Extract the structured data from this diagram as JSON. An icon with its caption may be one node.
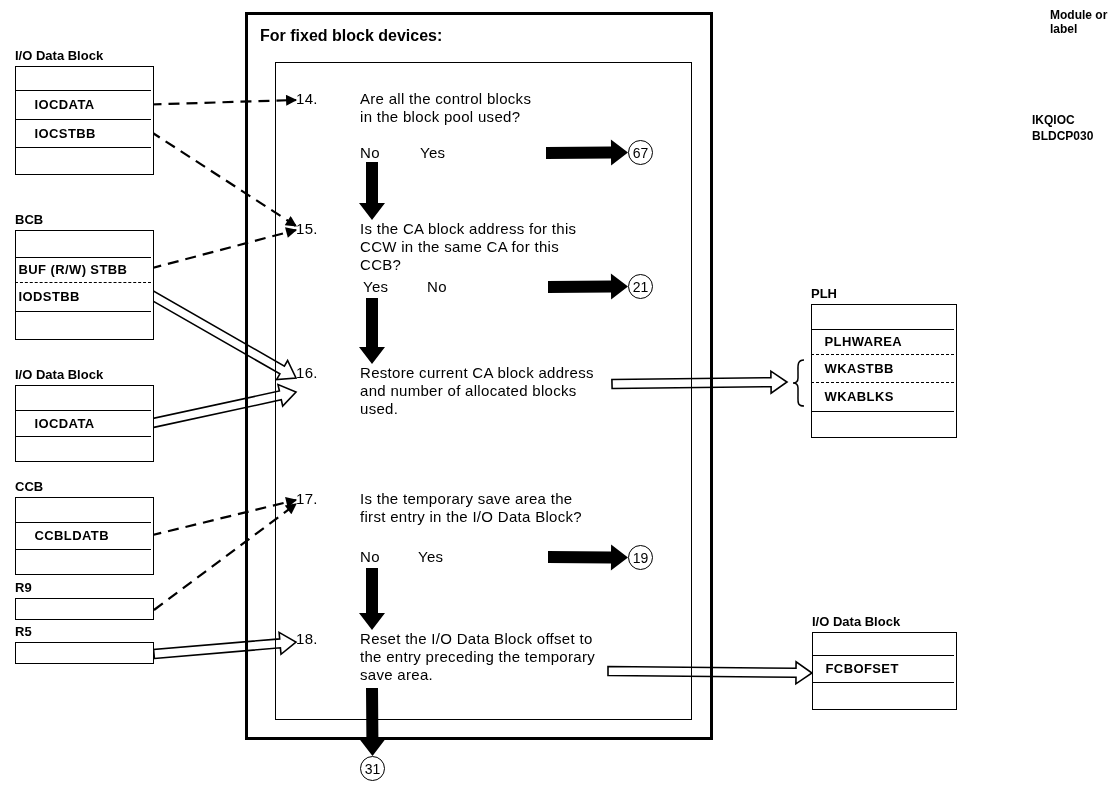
{
  "diagram": {
    "nodes": [
      {
        "text": [
          "For fixed block devices:"
        ]
      },
      {
        "text": [
          "14.",
          "Are all the control blocks in the block pool used?",
          "No",
          "Yes"
        ],
        "in": 0
      },
      {
        "text": [
          "67"
        ],
        "in": 0
      },
      {
        "text": [
          "15.",
          "Is the CA block address for this CCW in the same CA for this CCB?",
          "Yes",
          "No"
        ],
        "in": 0
      },
      {
        "text": [
          "21"
        ],
        "in": 0
      },
      {
        "text": [
          "16.",
          "Restore current CA block address and number of allocated blocks used."
        ],
        "in": 0
      },
      {
        "text": [
          "17.",
          "Is the temporary save area the first entry in the I/O Data Block?",
          "No",
          "Yes"
        ],
        "in": 0
      },
      {
        "text": [
          "19"
        ],
        "in": 0
      },
      {
        "text": [
          "18.",
          "Reset the I/O Data Block offset to the entry preceding the temporary save area."
        ],
        "in": 0
      },
      {
        "text": [
          "31"
        ]
      },
      {
        "text": [
          "I/O Data Block"
        ]
      },
      {
        "text": [
          "IOCDATA"
        ],
        "in": 10
      },
      {
        "text": [
          "IOCSTBB"
        ],
        "in": 10
      },
      {
        "text": [
          "BCB"
        ]
      },
      {
        "text": [
          "BUF (R/W) STBB"
        ],
        "in": 13
      },
      {
        "text": [
          "IODSTBB"
        ],
        "in": 13
      },
      {
        "text": [
          "I/O Data Block"
        ]
      },
      {
        "text": [
          "IOCDATA"
        ],
        "in": 16
      },
      {
        "text": [
          "CCB"
        ]
      },
      {
        "text": [
          "CCBLDATB"
        ],
        "in": 18
      },
      {
        "text": [
          "R9"
        ]
      },
      {
        "text": [
          "R5"
        ]
      },
      {
        "text": [
          "PLH"
        ]
      },
      {
        "text": [
          "PLHWAREA"
        ],
        "in": 22
      },
      {
        "text": [
          "WKASTBB"
        ],
        "in": 22
      },
      {
        "text": [
          "WKABLKS"
        ],
        "in": 22
      },
      {
        "text": [
          "I/O Data Block"
        ]
      },
      {
        "text": [
          "FCBOFSET"
        ],
        "in": 26
      }
    ],
    "edges": [
      {
        "from": 11,
        "to": 1,
        "arrow": "to",
        "style": "dashed"
      },
      {
        "from": 12,
        "to": 3,
        "arrow": "to",
        "style": "dashed"
      },
      {
        "from": 14,
        "to": 3,
        "arrow": "to",
        "style": "dashed"
      },
      {
        "from": 15,
        "to": 5,
        "arrow": "to"
      },
      {
        "from": 17,
        "to": 5,
        "arrow": "to"
      },
      {
        "from": 19,
        "to": 6,
        "arrow": "to",
        "style": "dashed"
      },
      {
        "from": 20,
        "to": 6,
        "arrow": "to",
        "style": "dashed"
      },
      {
        "from": 21,
        "to": 8,
        "arrow": "to"
      },
      {
        "from": 1,
        "to": 2,
        "arrow": "to",
        "style": "thick"
      },
      {
        "from": 1,
        "to": 3,
        "arrow": "to",
        "style": "thick"
      },
      {
        "from": 3,
        "to": 4,
        "arrow": "to",
        "style": "thick"
      },
      {
        "from": 3,
        "to": 5,
        "arrow": "to",
        "style": "thick"
      },
      {
        "from": 6,
        "to": 7,
        "arrow": "to",
        "style": "thick"
      },
      {
        "from": 6,
        "to": 8,
        "arrow": "to",
        "style": "thick"
      },
      {
        "from": 8,
        "to": 9,
        "arrow": "to",
        "style": "thick"
      },
      {
        "from": 5,
        "to": 22,
        "arrow": "to"
      },
      {
        "from": 8,
        "to": 26,
        "arrow": "to"
      }
    ],
    "labels": [
      "Module or label",
      "IKQIOC",
      "BLDCP030"
    ]
  }
}
